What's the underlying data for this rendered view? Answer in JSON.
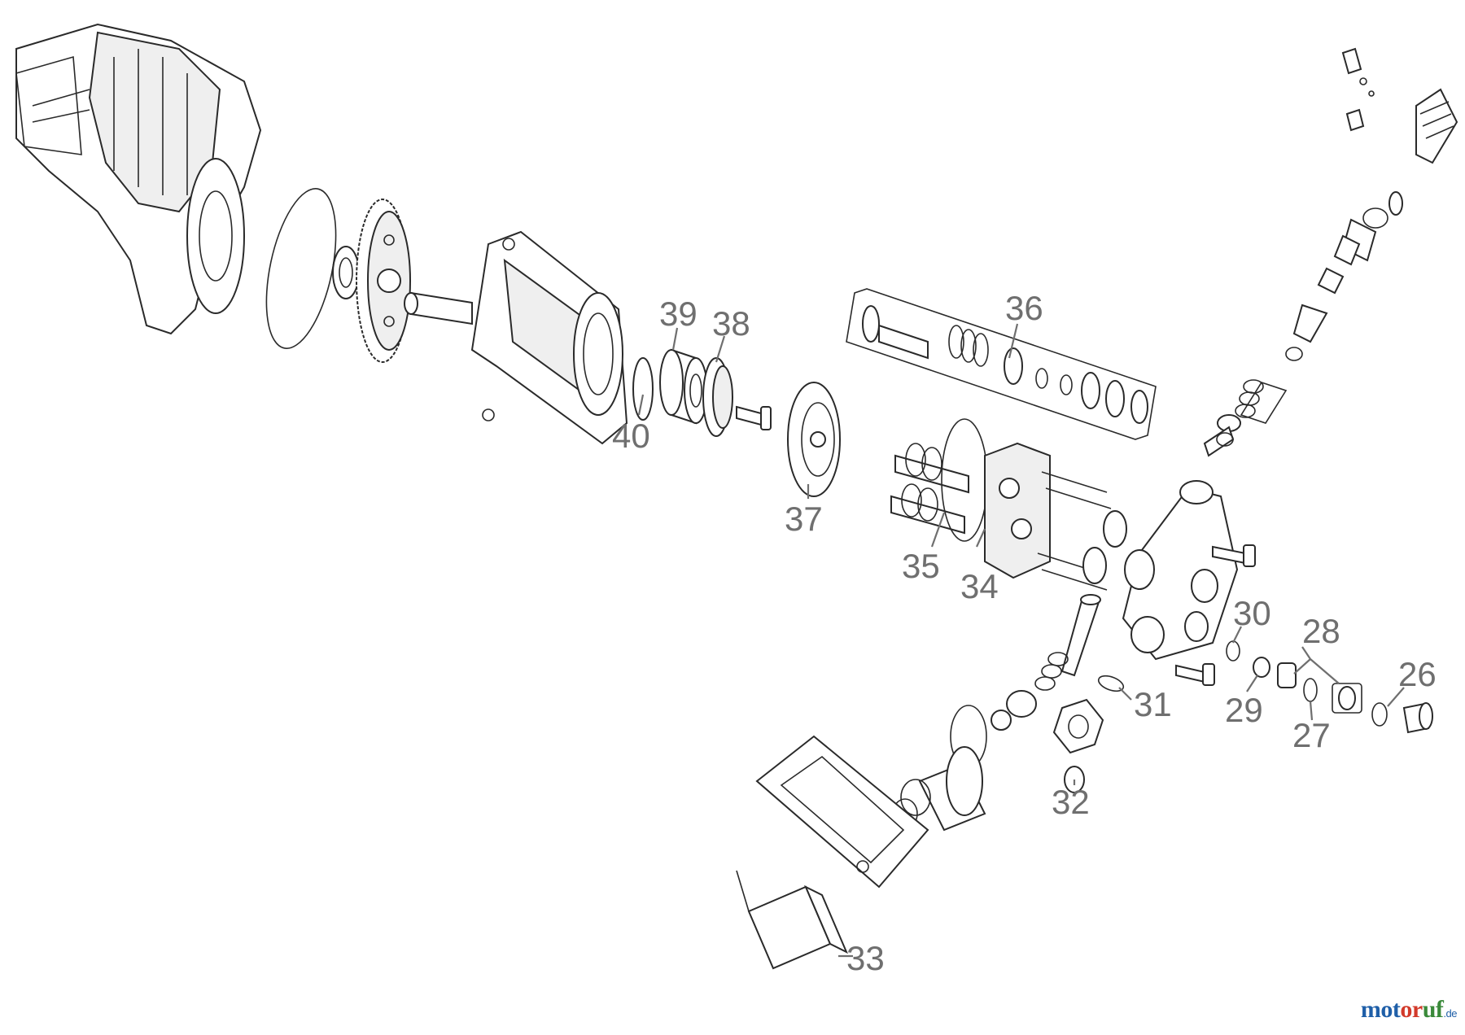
{
  "callouts": [
    "26",
    "27",
    "28",
    "29",
    "30",
    "31",
    "32",
    "33",
    "34",
    "35",
    "36",
    "37",
    "38",
    "39",
    "40"
  ],
  "logo": {
    "part1": "mot",
    "part2": "or",
    "part3": "uf",
    "tld": ".de"
  }
}
